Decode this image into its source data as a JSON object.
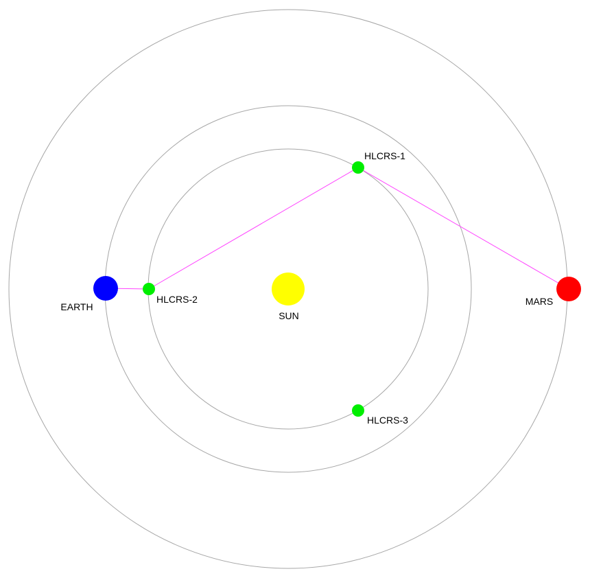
{
  "diagram": {
    "bodies": {
      "sun": {
        "label": "SUN",
        "color": "#ffff00"
      },
      "earth": {
        "label": "EARTH",
        "color": "#0000ff"
      },
      "mars": {
        "label": "MARS",
        "color": "#ff0000"
      },
      "hlcrs1": {
        "label": "HLCRS-1",
        "color": "#00ee00"
      },
      "hlcrs2": {
        "label": "HLCRS-2",
        "color": "#00ee00"
      },
      "hlcrs3": {
        "label": "HLCRS-3",
        "color": "#00ee00"
      }
    },
    "link_color": "#ff44ff",
    "orbit_color": "#a6a6a6"
  }
}
